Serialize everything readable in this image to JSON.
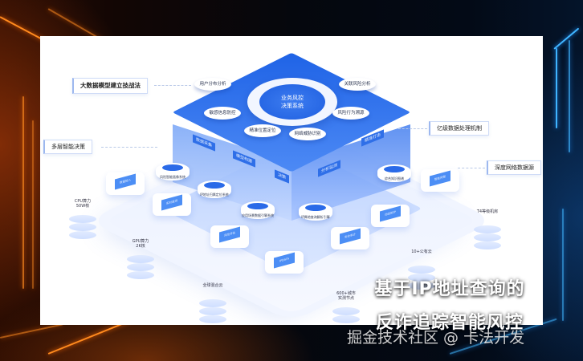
{
  "colors": {
    "accent_blue": "#1f63e6",
    "panel_bg": "#ffffff",
    "left_glow": "#ff8a1e",
    "right_glow": "#3fb4ff"
  },
  "diagram": {
    "core": {
      "line1": "业务风控",
      "line2": "决策系统"
    },
    "top_chips": [
      "用户分布分析",
      "敏感信息防控",
      "精准位置定位",
      "网络威胁识别",
      "风险行为溯源",
      "关联风险分析"
    ],
    "side_tags": [
      "数据采集",
      "模型构建",
      "决策",
      "分析监测",
      "精准打击"
    ],
    "drums": [
      "风险智能画像系统",
      "IP地址归属定位系统",
      "应用场景数据引擎系统",
      "IP属地查询解析引擎",
      "综合知识图谱"
    ],
    "tiles": [
      "数据接入",
      "实时监测",
      "风险评估",
      "智能预警",
      "IPDATA",
      "安全审计",
      "动态防护"
    ],
    "servers": [
      {
        "label": "CPU算力\n50W核"
      },
      {
        "label": "GPU算力\n2K核"
      },
      {
        "label": "全球混合云"
      },
      {
        "label": "600+城市\n实测节点"
      },
      {
        "label": "10+公有云"
      },
      {
        "label": "T4等级机房"
      }
    ],
    "callouts": {
      "big_data_model": "大数据模型建立技战法",
      "multi_layer_decision": "多层智能决策",
      "billion_processing": "亿级数据处理机制",
      "deep_network_source": "深度网络数据源"
    }
  },
  "overlay": {
    "title_line1": "基于IP地址查询的",
    "title_line2": "反诈追踪智能风控",
    "watermark": "掘金技术社区 @ 卡法开发"
  }
}
